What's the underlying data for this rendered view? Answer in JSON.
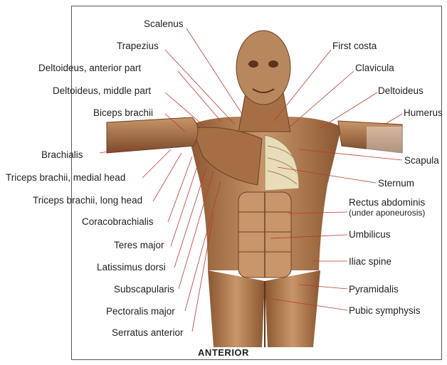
{
  "title": "ANTERIOR",
  "labels_left": [
    "Scalenus",
    "Trapezius",
    "Deltoideus, anterior part",
    "Deltoideus, middle part",
    "Biceps brachii",
    "Brachialis",
    "Triceps brachii, medial head",
    "Triceps brachii, long head",
    "Coracobrachialis",
    "Teres major",
    "Latissimus dorsi",
    "Subscapularis",
    "Pectoralis major",
    "Serratus anterior"
  ],
  "labels_right": [
    "First costa",
    "Clavicula",
    "Deltoideus",
    "Humerus",
    "Scapula",
    "Sternum",
    "Rectus abdominis",
    "(under aponeurosis)",
    "Umbilicus",
    "Iliac spine",
    "Pyramidalis",
    "Pubic symphysis"
  ],
  "colors": {
    "muscle": "#b07a4e",
    "muscle_dark": "#7a4a2a",
    "bone": "#e9dcb8",
    "leader": "#c0392b"
  }
}
